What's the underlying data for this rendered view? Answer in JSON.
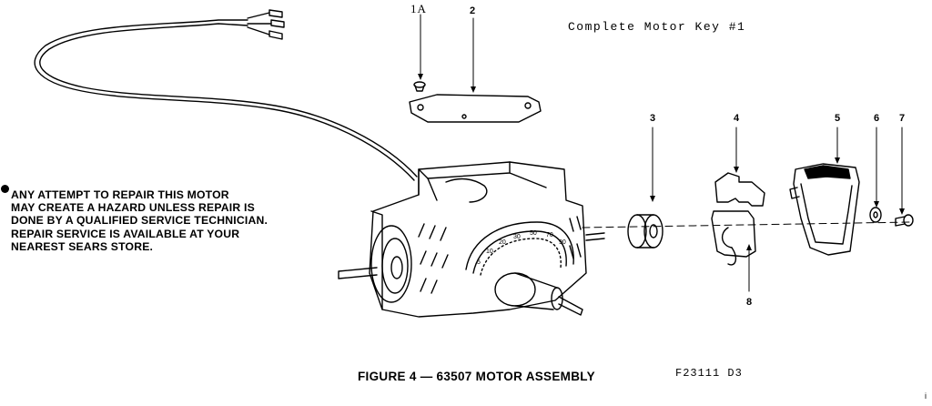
{
  "title": "Complete Motor Key #1",
  "warning": {
    "lines": [
      "ANY ATTEMPT TO REPAIR THIS MOTOR",
      "MAY CREATE A HAZARD UNLESS REPAIR IS",
      "DONE BY A QUALIFIED SERVICE TECHNICIAN.",
      "REPAIR SERVICE IS AVAILABLE AT YOUR",
      "NEAREST SEARS STORE."
    ]
  },
  "caption": "FIGURE 4 — 63507 MOTOR ASSEMBLY",
  "figure_code": "F23111   D3",
  "corner_mark": "i",
  "callouts": [
    {
      "id": "1A",
      "label": "1A",
      "part": "screw"
    },
    {
      "id": "2",
      "label": "2",
      "part": "cover-plate"
    },
    {
      "id": "3",
      "label": "3",
      "part": "bushing"
    },
    {
      "id": "4",
      "label": "4",
      "part": "bracket"
    },
    {
      "id": "5",
      "label": "5",
      "part": "housing-cover"
    },
    {
      "id": "6",
      "label": "6",
      "part": "washer"
    },
    {
      "id": "7",
      "label": "7",
      "part": "screw"
    },
    {
      "id": "8",
      "label": "8",
      "part": "spring-clip"
    }
  ],
  "parts": {
    "cord": "power-cord",
    "motor": "motor-body",
    "dial": "speed-dial"
  }
}
